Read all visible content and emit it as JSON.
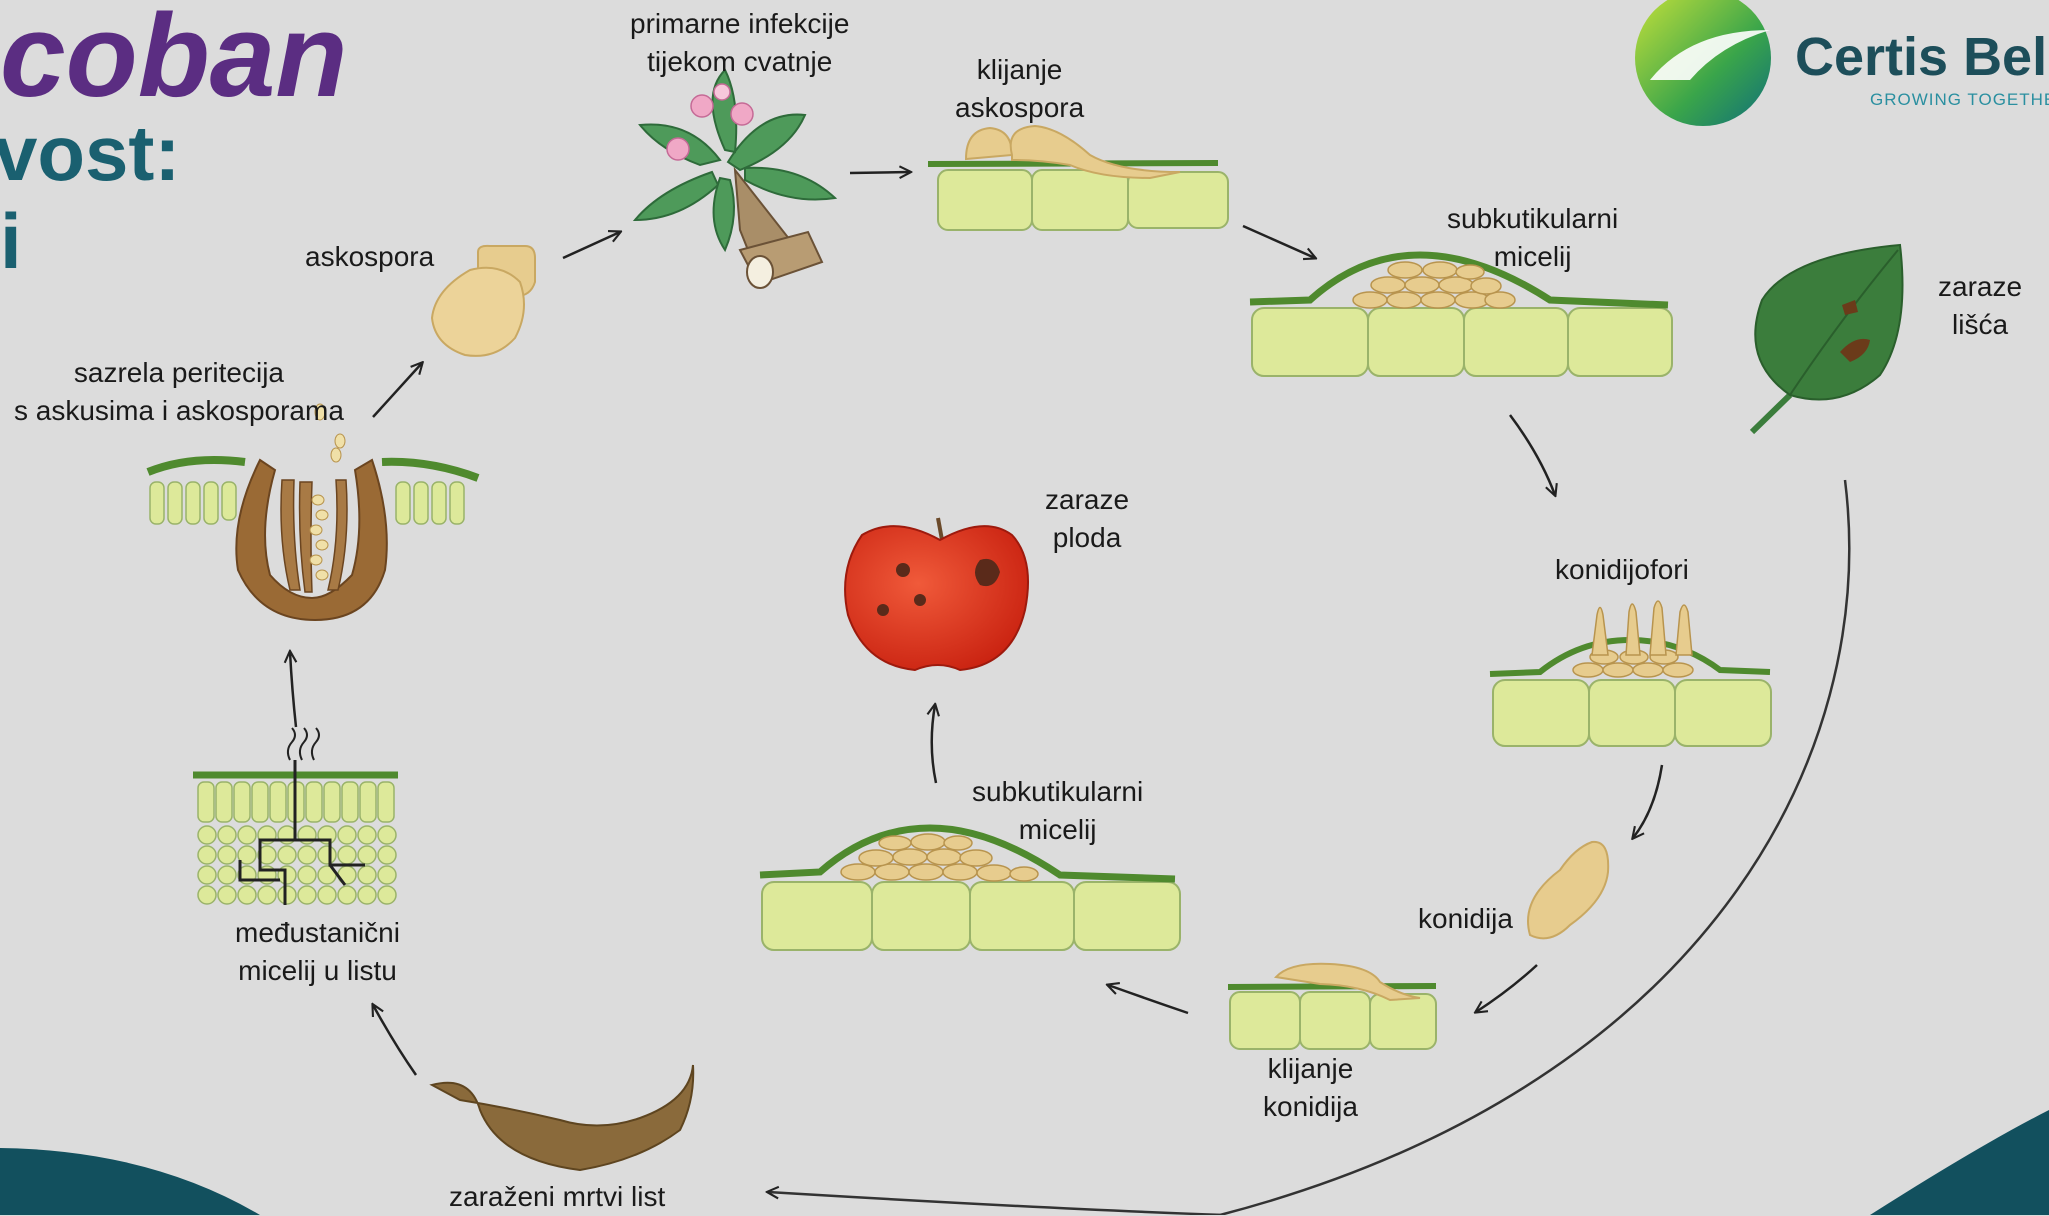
{
  "header": {
    "title_fragment": "coban",
    "subtitle_line1": "vost:",
    "subtitle_line2": "i"
  },
  "logo": {
    "brand": "Certis Belch",
    "tagline": "GROWING TOGETHER"
  },
  "stages": {
    "primary_infection": [
      "primarne infekcije",
      "tijekom cvatnje"
    ],
    "ascospore_germination": [
      "klijanje",
      "askospora"
    ],
    "subcuticular_top": [
      "subkutikularni",
      "micelij"
    ],
    "leaf_infection": [
      "zaraze",
      "lišća"
    ],
    "conidiophores": [
      "konidijofori"
    ],
    "conidium": [
      "konidija"
    ],
    "conidia_germination": [
      "klijanje",
      "konidija"
    ],
    "subcuticular_center": [
      "subkutikularni",
      "micelij"
    ],
    "fruit_infection": [
      "zaraze",
      "ploda"
    ],
    "dead_leaf": [
      "zaraženi mrtvi list"
    ],
    "intercellular": [
      "međustanični",
      "micelij u listu"
    ],
    "perithecium": [
      "sazrela peritecija",
      "s askusima i askosporama"
    ],
    "ascospore": [
      "askospora"
    ]
  },
  "colors": {
    "background": "#dcdcdc",
    "title_purple": "#5b2d82",
    "subtitle_teal": "#1a6070",
    "cell_fill": "#dde99a",
    "cuticle_green": "#4f8a2e",
    "spore_tan": "#e7cc8e",
    "fungus_brown": "#9a6a35",
    "leaf_green": "#3b7d3c",
    "apple_red": "#d8301b",
    "footer_teal": "#12505e",
    "logo_dark": "#1d4e5a",
    "logo_teal": "#2a8fa0"
  }
}
